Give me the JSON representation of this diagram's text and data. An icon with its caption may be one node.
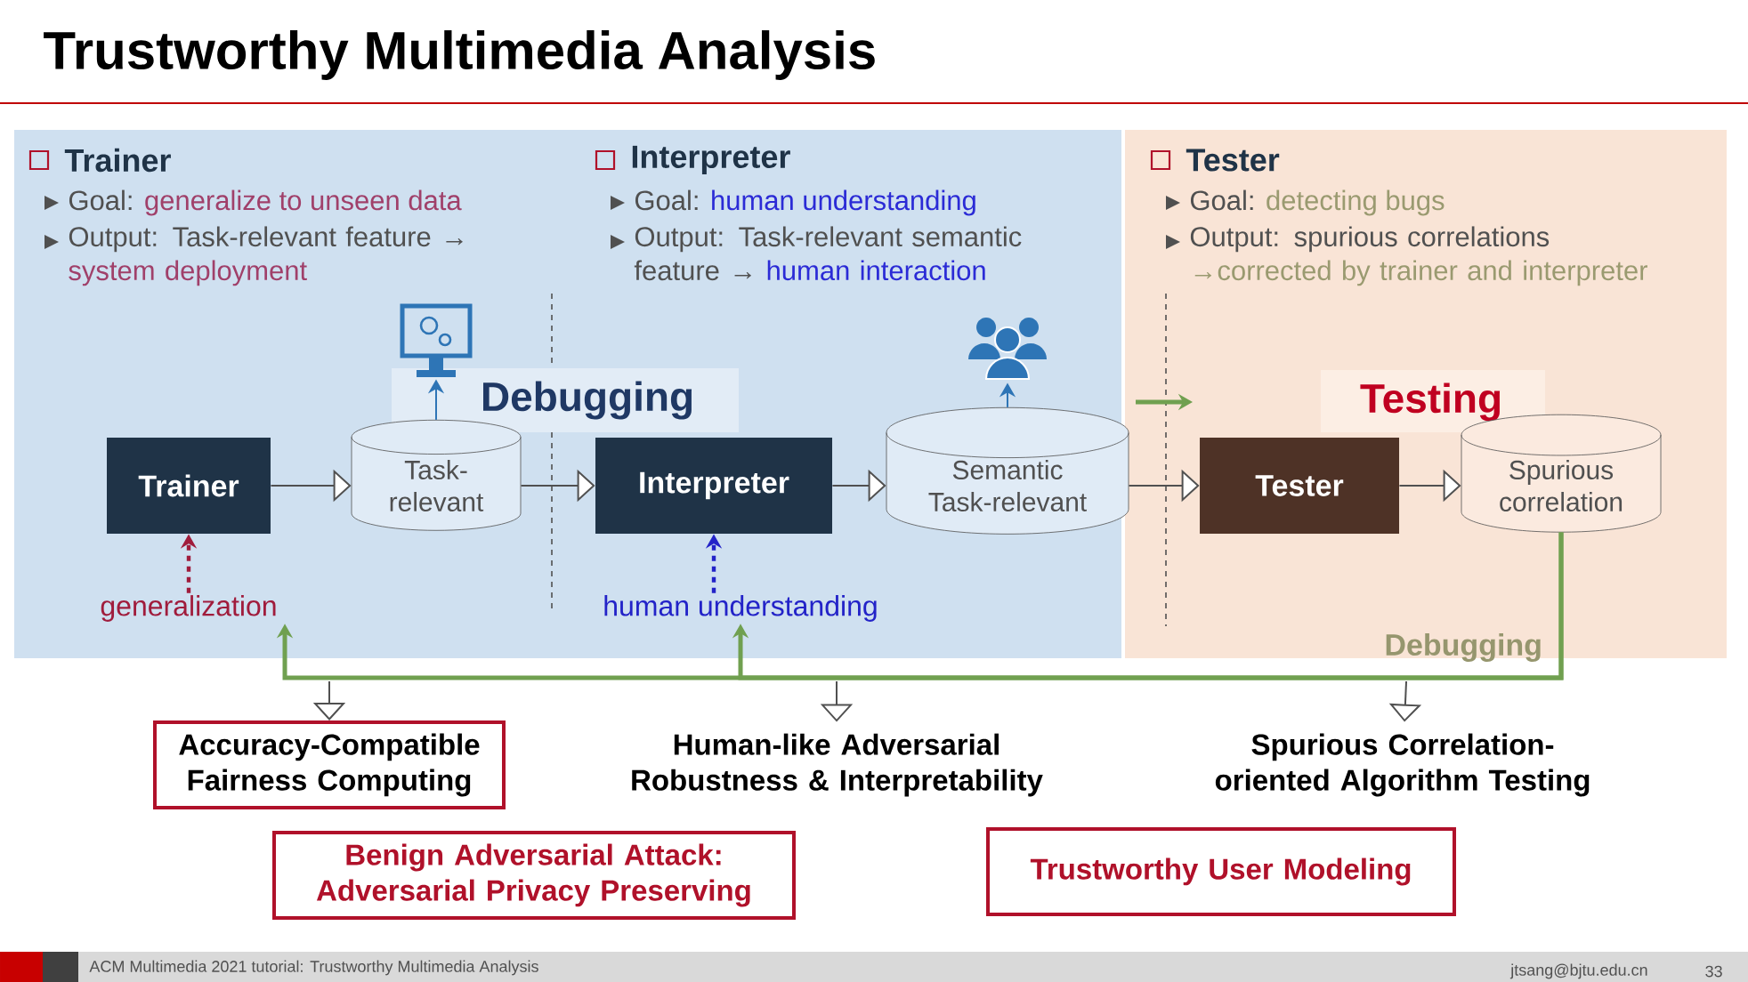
{
  "diagram": {
    "title": "Trustworthy Multimedia Analysis",
    "nodes": [
      {
        "text": [
          "Trainer"
        ]
      },
      {
        "text": [
          "Task-relevant"
        ]
      },
      {
        "text": [],
        "shape": "picture"
      },
      {
        "text": [
          "Interpreter"
        ]
      },
      {
        "text": [
          "Semantic Task-relevant"
        ]
      },
      {
        "text": [],
        "shape": "picture"
      },
      {
        "text": [
          "Tester"
        ]
      },
      {
        "text": [
          "Spurious correlation"
        ]
      },
      {
        "text": [
          "generalization"
        ]
      },
      {
        "text": [
          "human understanding"
        ]
      },
      {
        "text": [
          "Accuracy-Compatible Fairness Computing"
        ]
      },
      {
        "text": [
          "Human-like Adversarial Robustness & Interpretability"
        ]
      },
      {
        "text": [
          "Spurious Correlation-oriented Algorithm Testing"
        ]
      },
      {
        "text": [
          "Benign Adversarial Attack: Adversarial Privacy Preserving"
        ]
      },
      {
        "text": [
          "Trustworthy User Modeling"
        ]
      }
    ],
    "edges": [
      {
        "from": 0,
        "to": 1,
        "arrow": "to"
      },
      {
        "from": 1,
        "to": 3,
        "arrow": "to"
      },
      {
        "from": 3,
        "to": 4,
        "arrow": "to"
      },
      {
        "from": 4,
        "to": 6,
        "arrow": "to"
      },
      {
        "from": 6,
        "to": 7,
        "arrow": "to"
      },
      {
        "from": 1,
        "to": 2,
        "arrow": "to",
        "color": "#2e75b6"
      },
      {
        "from": 4,
        "to": 5,
        "arrow": "to",
        "color": "#2e75b6"
      },
      {
        "from": 8,
        "to": 0,
        "arrow": "to",
        "style": "dashed",
        "color": "#a01c3c"
      },
      {
        "from": 9,
        "to": 3,
        "arrow": "to",
        "style": "dashed",
        "color": "#2323c8"
      },
      {
        "from": 7,
        "to": 8,
        "arrow": "to",
        "style": "thick",
        "color": "#70a050"
      },
      {
        "from": 7,
        "to": 9,
        "arrow": "to",
        "style": "thick",
        "color": "#70a050"
      },
      {
        "from": null,
        "to": 10,
        "arrow": "to"
      },
      {
        "from": null,
        "to": 11,
        "arrow": "to"
      },
      {
        "from": null,
        "to": 12,
        "arrow": "to"
      }
    ],
    "labels": [
      "Trainer",
      "Goal:",
      "generalize to unseen data",
      "Output: Task-relevant feature →",
      "system deployment",
      "Interpreter",
      "Goal:",
      "human understanding",
      "Output: Task-relevant semantic feature →",
      "human interaction",
      "Tester",
      "Goal:",
      "detecting bugs",
      "Output: spurious correlations",
      "→corrected by trainer and interpreter",
      "Debugging",
      "Testing",
      "Debugging",
      "ACM Multimedia 2021 tutorial: Trustworthy Multimedia Analysis",
      "jtsang@bjtu.edu.cn",
      "33"
    ]
  }
}
